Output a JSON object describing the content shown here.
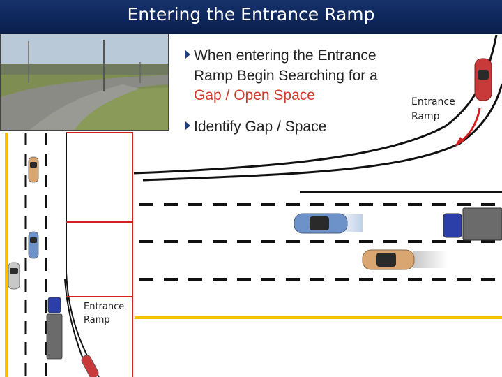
{
  "slide": {
    "title": "Entering the Entrance Ramp"
  },
  "bullets": [
    {
      "text_before": "When entering the Entrance Ramp Begin Searching for a ",
      "highlight": "Gap / Open Space",
      "text_after": ""
    },
    {
      "text_before": "Identify Gap / Space",
      "highlight": "",
      "text_after": ""
    }
  ],
  "labels": {
    "ramp_left_line1": "Entrance",
    "ramp_left_line2": "Ramp",
    "ramp_right_line1": "Entrance",
    "ramp_right_line2": "Ramp"
  },
  "colors": {
    "header_bg": "#0a1f4d",
    "highlight_text": "#d23a2a",
    "red_guides": "#d42020",
    "yellow_line": "#f2c200",
    "blue_car": "#6d92c9",
    "tan_car": "#d9a571",
    "red_car": "#c83a3a",
    "truck_cab": "#2c3fa8"
  },
  "icons": {
    "bullet": "triangle-right-icon",
    "merge_arrow": "curved-arrow-icon"
  }
}
